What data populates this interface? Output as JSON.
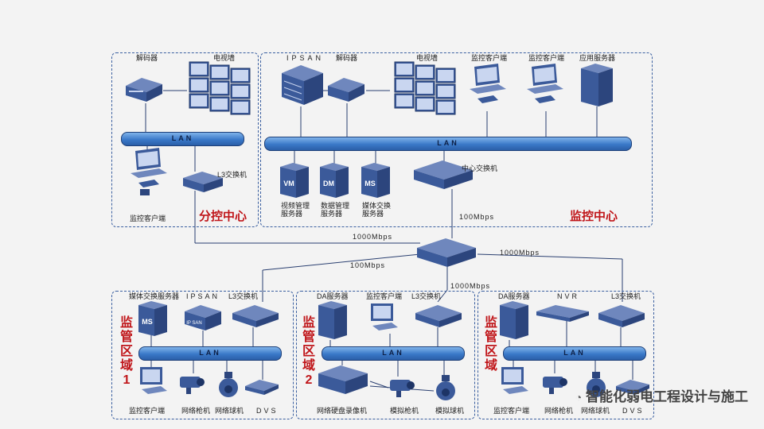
{
  "branch": {
    "decoder": "解码器",
    "videowall": "电视墙",
    "lan": "LAN",
    "client": "监控客户端",
    "switch": "L3交换机",
    "title": "分控中心"
  },
  "center": {
    "ipsan": "IPSAN",
    "decoder": "解码器",
    "videowall": "电视墙",
    "client1": "监控客户端",
    "client2": "监控客户端",
    "appserver": "应用服务器",
    "lan": "LAN",
    "vm_badge": "VM",
    "dm_badge": "DM",
    "ms_badge": "MS",
    "vm_label": "视频管理服务器",
    "dm_label": "数据管理服务器",
    "ms_label": "媒体交换服务器",
    "core_switch": "中心交换机",
    "speed": "100Mbps",
    "title": "监控中心"
  },
  "links": {
    "s1000_left": "1000Mbps",
    "s100": "100Mbps",
    "s1000_right": "1000Mbps",
    "s1000_bottom": "1000Mbps"
  },
  "zone1": {
    "ms_server": "媒体交换服务器",
    "ipsan": "IPSAN",
    "switch": "L3交换机",
    "lan": "LAN",
    "title": "监管区域1",
    "client": "监控客户端",
    "bullet_cam": "网络枪机",
    "dome_cam": "网络球机",
    "dvs": "DVS",
    "ms_badge": "MS",
    "ipsan_badge": "IP SAN"
  },
  "zone2": {
    "da_server": "DA服务器",
    "client": "监控客户端",
    "switch": "L3交换机",
    "lan": "LAN",
    "title": "监管区域2",
    "dvr": "网络硬盘录像机",
    "analog_bullet": "模拟枪机",
    "analog_dome": "模拟球机"
  },
  "zone3": {
    "da_server": "DA服务器",
    "nvr": "NVR",
    "switch": "L3交换机",
    "lan": "LAN",
    "title": "监管区域",
    "client": "监控客户端",
    "bullet_cam": "网络枪机",
    "dome_cam": "网络球机",
    "dvs": "DVS"
  },
  "watermark": "智能化弱电工程设计与施工",
  "colors": {
    "accent": "#c0161a",
    "device": "#3b5a9a",
    "lan": "#3a78c8"
  }
}
